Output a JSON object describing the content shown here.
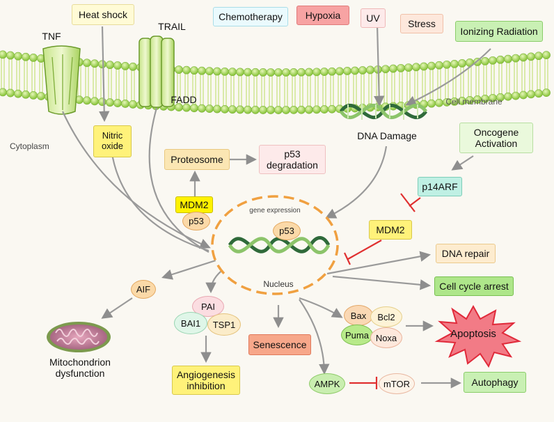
{
  "stimuli": {
    "heat_shock": "Heat shock",
    "chemotherapy": "Chemotherapy",
    "hypoxia": "Hypoxia",
    "uv": "UV",
    "stress": "Stress",
    "ionizing_radiation": "Ionizing Radiation"
  },
  "membrane": {
    "tnf": "TNF",
    "trail": "TRAIL",
    "fadd": "FADD",
    "cell_membrane": "Cell membrane",
    "cytoplasm": "Cytoplasm"
  },
  "nodes": {
    "nitric_oxide": "Nitric\noxide",
    "proteosome": "Proteosome",
    "p53_degradation": "p53\ndegradation",
    "dna_damage": "DNA Damage",
    "oncogene_activation": "Oncogene\nActivation",
    "p14arf": "p14ARF",
    "mdm2_top": "MDM2",
    "p53_left": "p53",
    "gene_expression": "gene expression",
    "p53_center": "p53",
    "nucleus": "Nucleus",
    "mdm2_right": "MDM2",
    "dna_repair": "DNA repair",
    "cell_cycle_arrest": "Cell cycle arrest",
    "aif": "AIF",
    "mitochondrion_dysfunction": "Mitochondrion\ndysfunction",
    "pai": "PAI",
    "bai1": "BAI1",
    "tsp1": "TSP1",
    "angiogenesis_inhibition": "Angiogenesis\ninhibition",
    "senescence": "Senescence",
    "bax": "Bax",
    "bcl2": "Bcl2",
    "puma": "Puma",
    "noxa": "Noxa",
    "apoptosis": "Apoptosis",
    "ampk": "AMPK",
    "mtor": "mTOR",
    "autophagy": "Autophagy"
  },
  "colors": {
    "membrane_green": "#a6d65a",
    "arrow_gray": "#9a9a9a",
    "inhibit_red": "#e03030",
    "nucleus_orange": "#f0a040",
    "yellow_box": "#fff27a",
    "cream_box": "#fbe6b3",
    "pink_box": "#fbe0e0",
    "green_box": "#aee68a",
    "salmon_box": "#f7a78a",
    "teal_box": "#bff0e4"
  }
}
